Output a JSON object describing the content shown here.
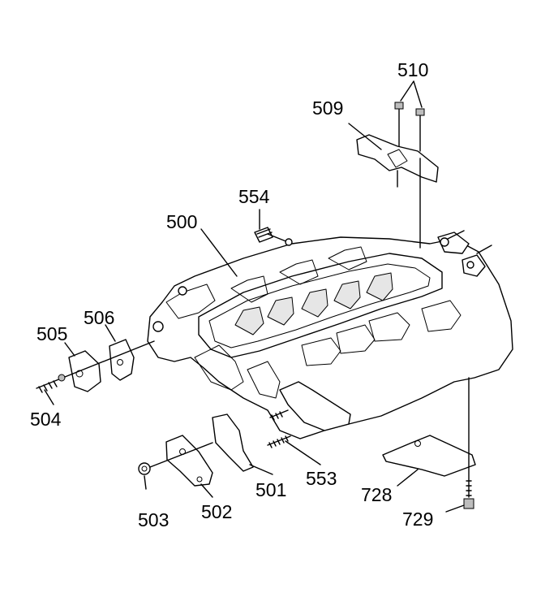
{
  "callouts": {
    "c500": "500",
    "c501": "501",
    "c502": "502",
    "c503": "503",
    "c504": "504",
    "c505": "505",
    "c506": "506",
    "c509": "509",
    "c510": "510",
    "c553": "553",
    "c554": "554",
    "c728": "728",
    "c729": "729"
  }
}
